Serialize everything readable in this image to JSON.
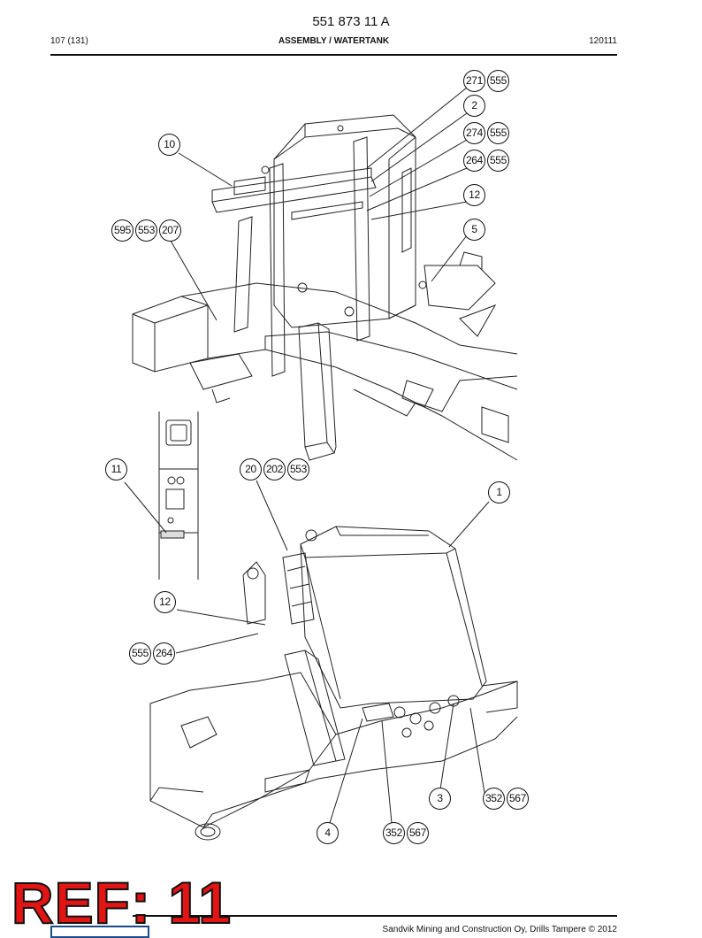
{
  "header": {
    "part_number": "551 873 11 A",
    "page": "107 (131)",
    "title": "ASSEMBLY / WATERTANK",
    "date": "120111"
  },
  "callouts": [
    {
      "id": "c-271",
      "label": "271"
    },
    {
      "id": "c-555a",
      "label": "555"
    },
    {
      "id": "c-2",
      "label": "2"
    },
    {
      "id": "c-274",
      "label": "274"
    },
    {
      "id": "c-555b",
      "label": "555"
    },
    {
      "id": "c-10",
      "label": "10"
    },
    {
      "id": "c-264a",
      "label": "264"
    },
    {
      "id": "c-555c",
      "label": "555"
    },
    {
      "id": "c-12a",
      "label": "12"
    },
    {
      "id": "c-595",
      "label": "595"
    },
    {
      "id": "c-553a",
      "label": "553"
    },
    {
      "id": "c-207",
      "label": "207"
    },
    {
      "id": "c-5",
      "label": "5"
    },
    {
      "id": "c-11",
      "label": "11"
    },
    {
      "id": "c-20",
      "label": "20"
    },
    {
      "id": "c-202",
      "label": "202"
    },
    {
      "id": "c-553b",
      "label": "553"
    },
    {
      "id": "c-1",
      "label": "1"
    },
    {
      "id": "c-12b",
      "label": "12"
    },
    {
      "id": "c-555d",
      "label": "555"
    },
    {
      "id": "c-264b",
      "label": "264"
    },
    {
      "id": "c-3",
      "label": "3"
    },
    {
      "id": "c-352a",
      "label": "352"
    },
    {
      "id": "c-567a",
      "label": "567"
    },
    {
      "id": "c-4",
      "label": "4"
    },
    {
      "id": "c-352b",
      "label": "352"
    },
    {
      "id": "c-567b",
      "label": "567"
    }
  ],
  "stamp": {
    "text": "REF: 11",
    "color": "#e31414"
  },
  "footer": {
    "copyright": "Sandvik Mining and Construction Oy, Drills Tampere © 2012"
  }
}
